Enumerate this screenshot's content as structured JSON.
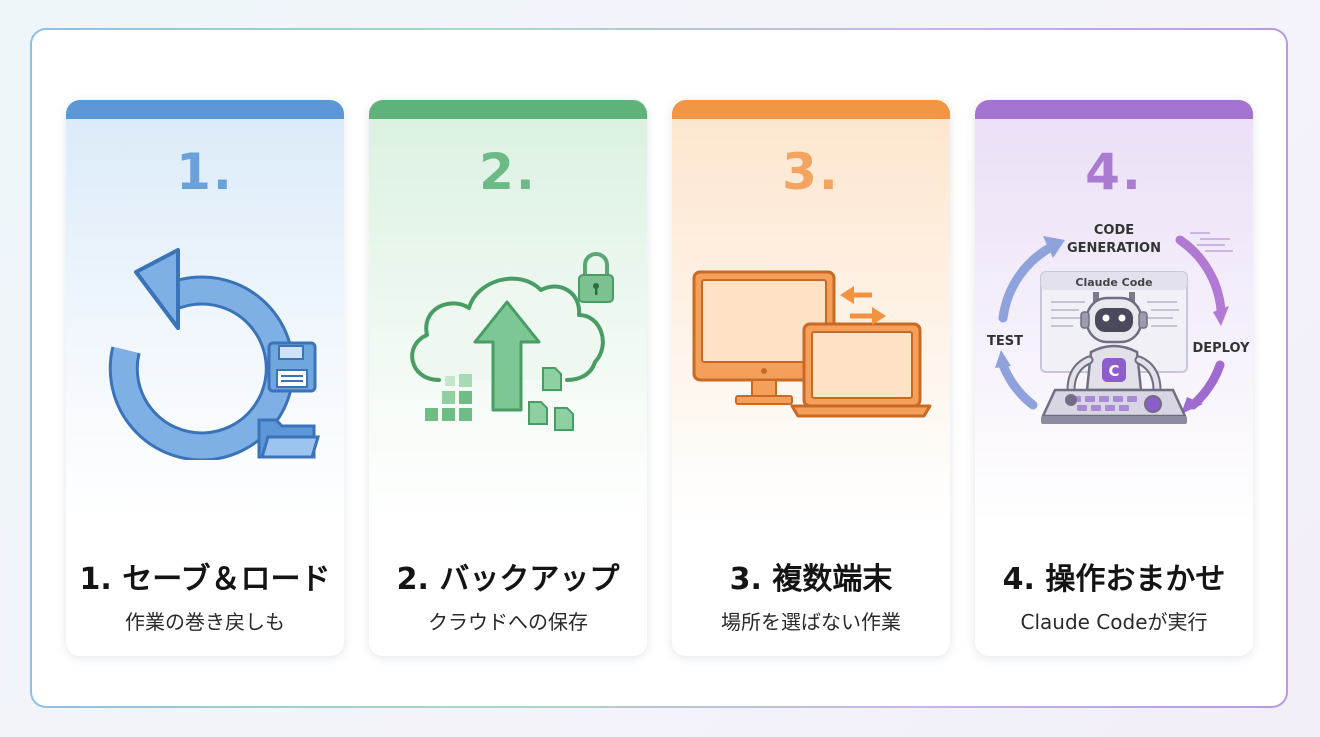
{
  "cards": [
    {
      "number": "1.",
      "title": "1. セーブ＆ロード",
      "subtitle": "作業の巻き戻しも",
      "accent": "#5b97d6",
      "icon": "undo-save-icon"
    },
    {
      "number": "2.",
      "title": "2. バックアップ",
      "subtitle": "クラウドへの保存",
      "accent": "#5fb27a",
      "icon": "cloud-upload-icon"
    },
    {
      "number": "3.",
      "title": "3. 複数端末",
      "subtitle": "場所を選ばない作業",
      "accent": "#f19645",
      "icon": "multi-device-icon"
    },
    {
      "number": "4.",
      "title": "4. 操作おまかせ",
      "subtitle": "Claude Codeが実行",
      "accent": "#a472cf",
      "icon": "robot-cycle-icon"
    }
  ],
  "cycle": {
    "top_label": "CODE",
    "top_label2": "GENERATION",
    "left_label": "TEST",
    "right_label": "DEPLOY",
    "window_title": "Claude Code",
    "badge": "C"
  }
}
